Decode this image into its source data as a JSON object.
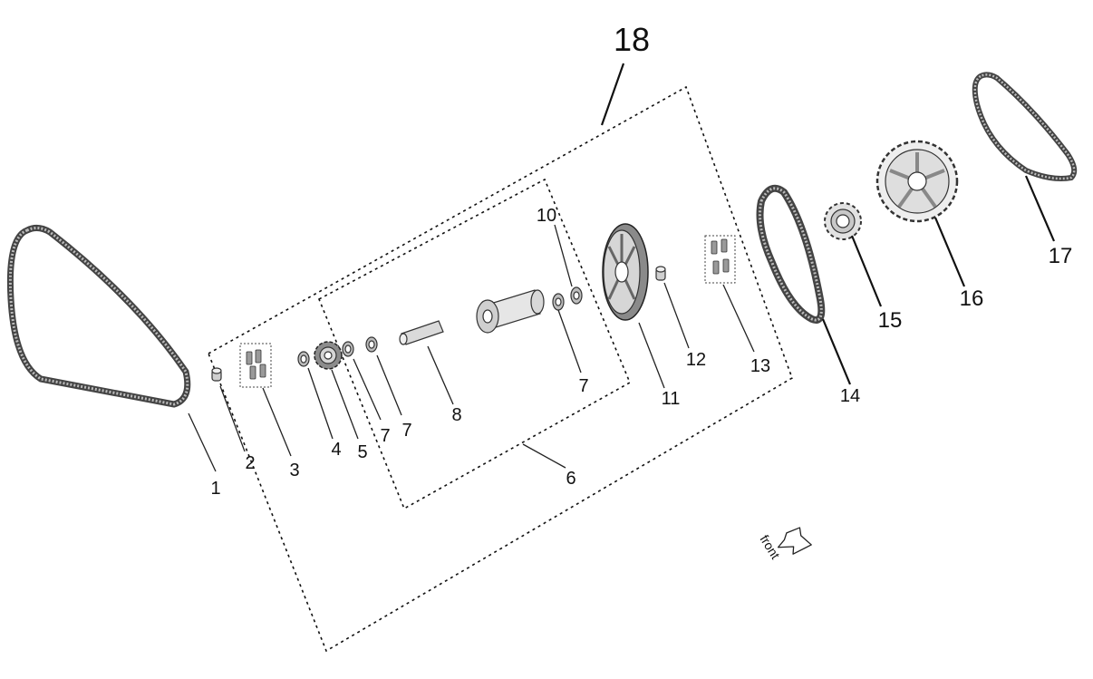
{
  "callouts": {
    "c1": "1",
    "c2": "2",
    "c3": "3",
    "c4": "4",
    "c5": "5",
    "c6": "6",
    "c7a": "7",
    "c7b": "7",
    "c7c": "7",
    "c8": "8",
    "c10": "10",
    "c11": "11",
    "c12": "12",
    "c13": "13",
    "c14": "14",
    "c15": "15",
    "c16": "16",
    "c17": "17",
    "c18": "18"
  },
  "direction": {
    "label": "front"
  },
  "colors": {
    "line": "#222222",
    "part_fill": "#d9d9d9",
    "part_dark": "#7a7a7a",
    "background": "#ffffff"
  }
}
